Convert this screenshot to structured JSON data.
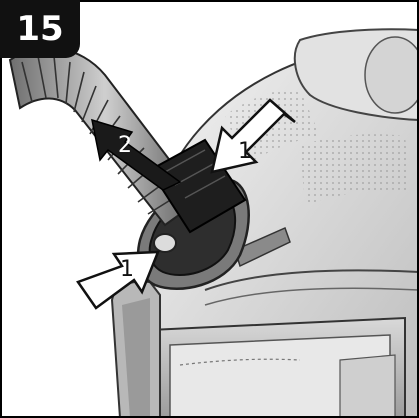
{
  "figure": {
    "step_number": "15",
    "callouts": {
      "release_button_top": "1",
      "release_button_bottom": "1",
      "pull_direction": "2"
    }
  }
}
